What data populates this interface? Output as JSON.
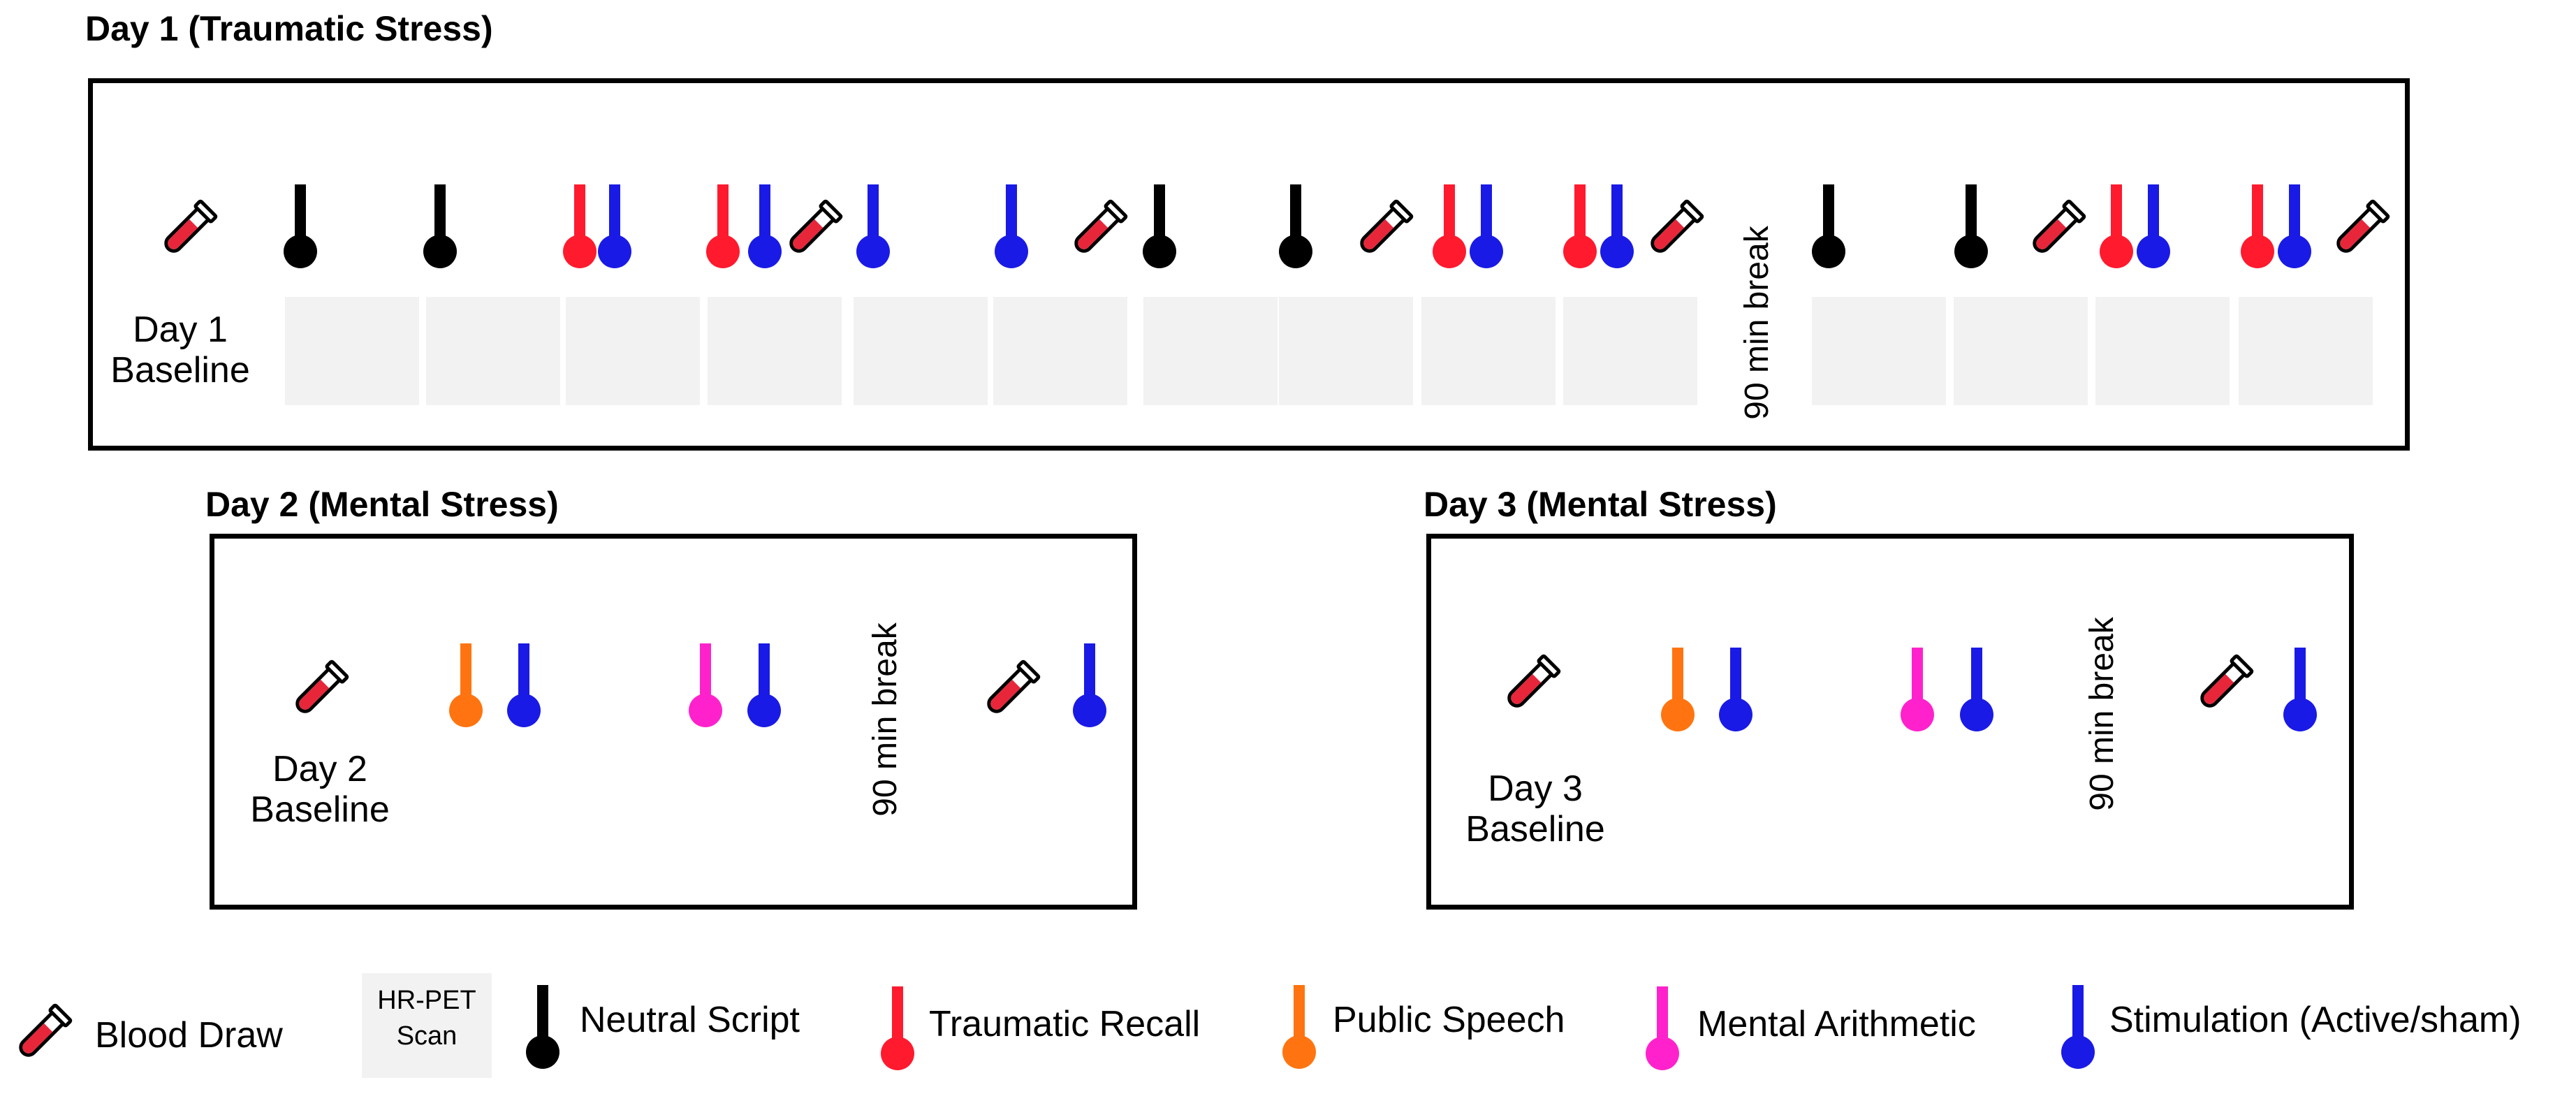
{
  "day1": {
    "title": "Day 1 (Traumatic Stress)",
    "baseline_line1": "Day 1",
    "baseline_line2": "Baseline",
    "break_label": "90 min break"
  },
  "day2": {
    "title": "Day 2 (Mental Stress)",
    "baseline_line1": "Day 2",
    "baseline_line2": "Baseline",
    "break_label": "90 min break"
  },
  "day3": {
    "title": "Day 3 (Mental Stress)",
    "baseline_line1": "Day 3",
    "baseline_line2": "Baseline",
    "break_label": "90 min break"
  },
  "legend": {
    "blood_draw": "Blood Draw",
    "scan_line1": "HR-PET",
    "scan_line2": "Scan",
    "neutral": "Neutral Script",
    "traumatic": "Traumatic Recall",
    "speech": "Public Speech",
    "arithmetic": "Mental Arithmetic",
    "stimulation": "Stimulation (Active/sham)"
  },
  "colors": {
    "neutral": "#000000",
    "traumatic": "#ff1a2e",
    "stimulation": "#1a1ae6",
    "speech": "#ff7410",
    "arithmetic": "#ff22cc",
    "blood_tube": "#e8263a",
    "scan": "#f2f2f2"
  },
  "icon_names": {
    "blood": "blood-draw-icon",
    "neutral": "neutral-script-icon",
    "traumatic": "traumatic-recall-icon",
    "speech": "public-speech-icon",
    "arithmetic": "mental-arithmetic-icon",
    "stimulation": "stimulation-icon",
    "scan": "hr-pet-scan-block"
  },
  "day1_sequence": [
    "blood",
    "neutral",
    "neutral",
    "traumatic",
    "stimulation",
    "traumatic",
    "stimulation",
    "blood",
    "stimulation",
    "stimulation",
    "blood",
    "neutral",
    "neutral",
    "blood",
    "traumatic",
    "stimulation",
    "traumatic",
    "stimulation",
    "blood",
    "break",
    "neutral",
    "neutral",
    "blood",
    "traumatic",
    "stimulation",
    "traumatic",
    "stimulation",
    "blood"
  ],
  "day1_scan_count": 14,
  "day2_sequence": [
    "blood",
    "speech",
    "stimulation",
    "arithmetic",
    "stimulation",
    "break",
    "blood",
    "stimulation"
  ],
  "day3_sequence": [
    "blood",
    "speech",
    "stimulation",
    "arithmetic",
    "stimulation",
    "break",
    "blood",
    "stimulation"
  ]
}
